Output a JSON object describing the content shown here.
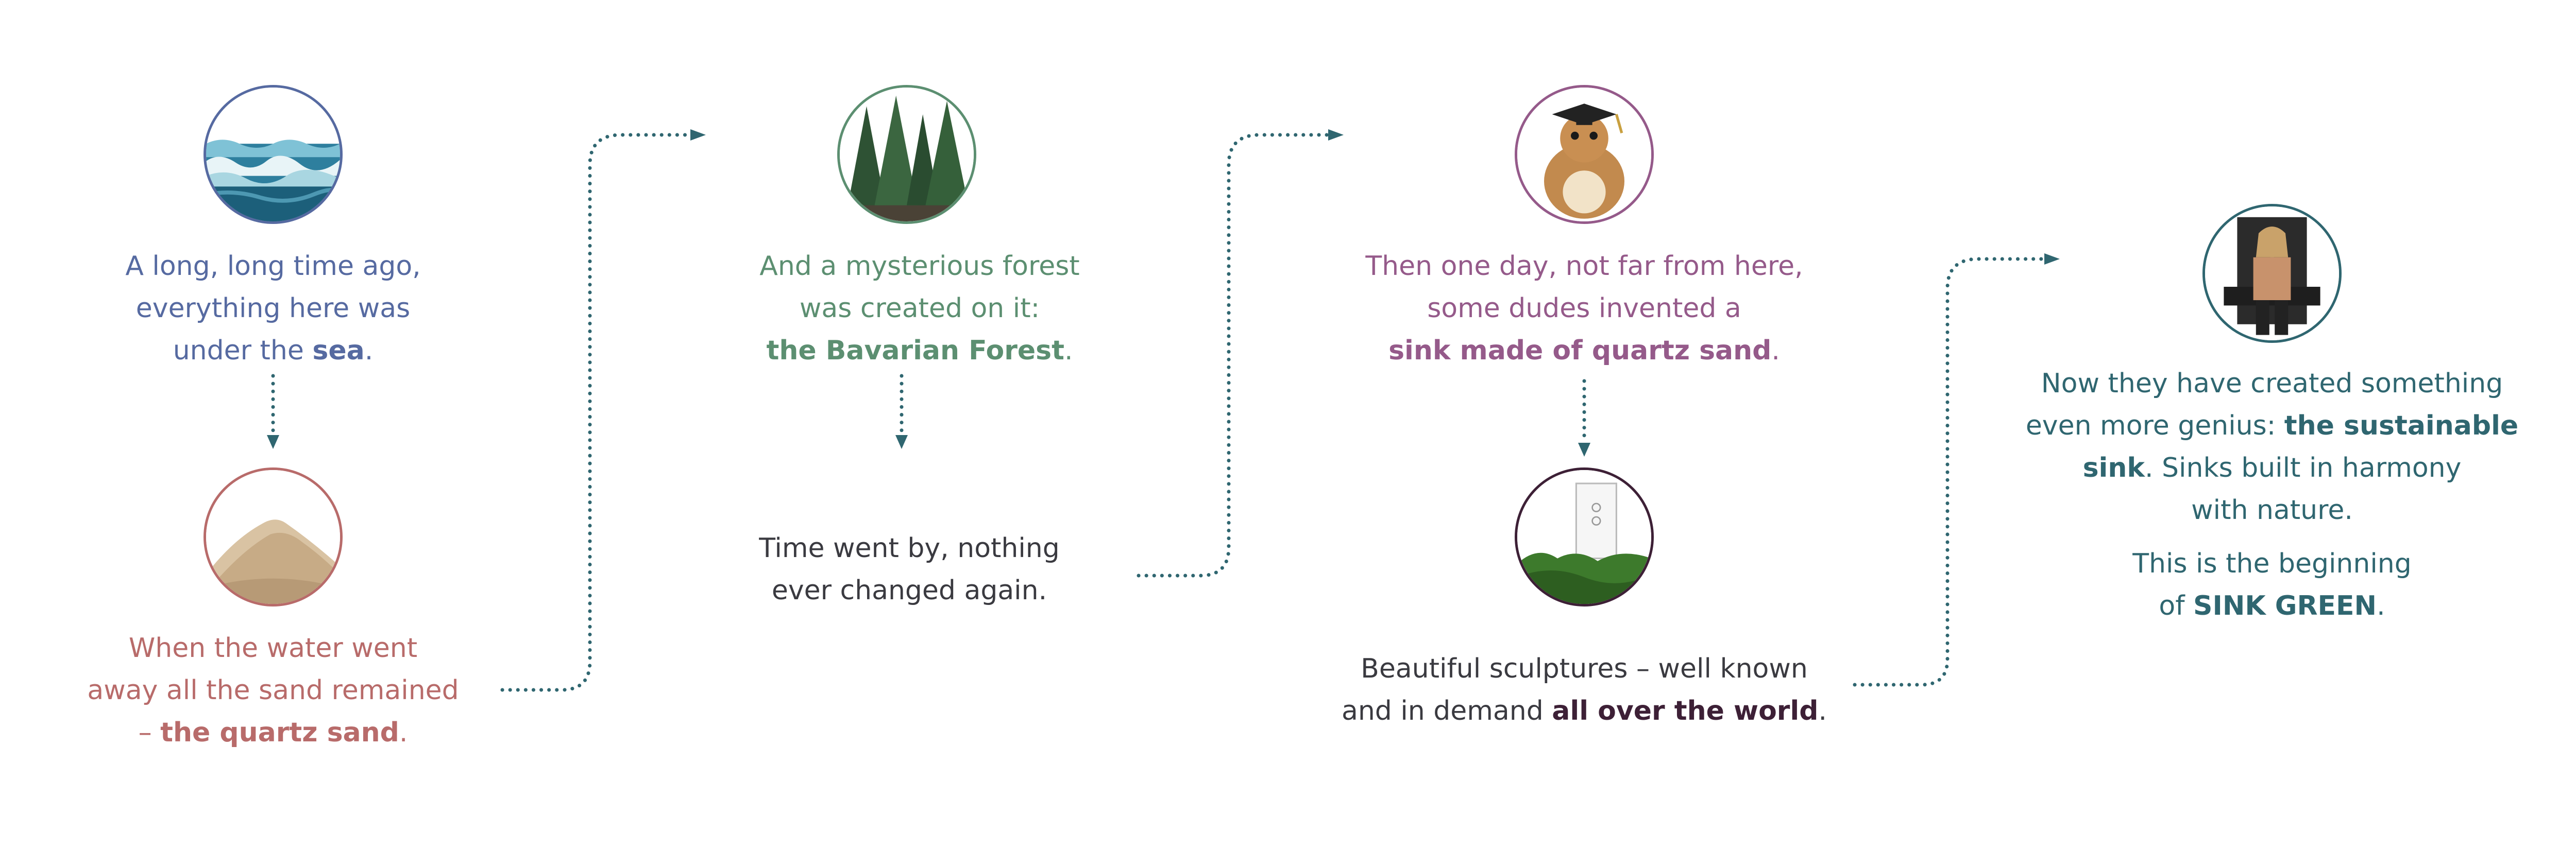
{
  "colors": {
    "sea": "#566aa1",
    "sand": "#b86b6a",
    "forest": "#5c8f71",
    "dark_text": "#3a3a40",
    "purple": "#955a8a",
    "plum": "#3d2036",
    "teal": "#2f6670",
    "connector": "#2f6670"
  },
  "steps": [
    {
      "id": "sea",
      "icon": "sea-waves-image",
      "lines": [
        "A long, long time ago,",
        "everything here was"
      ],
      "last_pre": "under the ",
      "last_bold": "sea",
      "last_post": "."
    },
    {
      "id": "sand",
      "icon": "sand-pile-image",
      "lines": [
        "When the water went",
        "away all the sand remained"
      ],
      "last_pre": "– ",
      "last_bold": "the quartz sand",
      "last_post": "."
    },
    {
      "id": "forest",
      "icon": "fir-trees-image",
      "lines": [
        "And a mysterious forest",
        "was created on it:"
      ],
      "last_pre": "",
      "last_bold": "the Bavarian Forest",
      "last_post": "."
    },
    {
      "id": "time",
      "lines": [
        "Time went by, nothing",
        "ever changed again."
      ]
    },
    {
      "id": "inventors",
      "icon": "hamster-graduate-image",
      "lines": [
        "Then one day, not far from here,",
        "some dudes invented a"
      ],
      "last_pre": "",
      "last_bold": "sink made of quartz sand",
      "last_post": "."
    },
    {
      "id": "sculptures",
      "icon": "sink-sculpture-image",
      "lines": [
        "Beautiful sculptures – well known"
      ],
      "last_pre": "and in demand ",
      "last_bold": "all over the world",
      "last_post": "."
    },
    {
      "id": "sustainable",
      "icon": "throne-man-image",
      "line1_pre": "Now they have created something",
      "line2_pre": "even more genius: ",
      "line2_bold": "the sustainable",
      "line3_bold": "sink",
      "line3_post": ". Sinks built in harmony",
      "line4": "with nature.",
      "line5": "This is the beginning",
      "line6_pre": "of ",
      "line6_bold": "SINK GREEN",
      "line6_post": "."
    }
  ]
}
